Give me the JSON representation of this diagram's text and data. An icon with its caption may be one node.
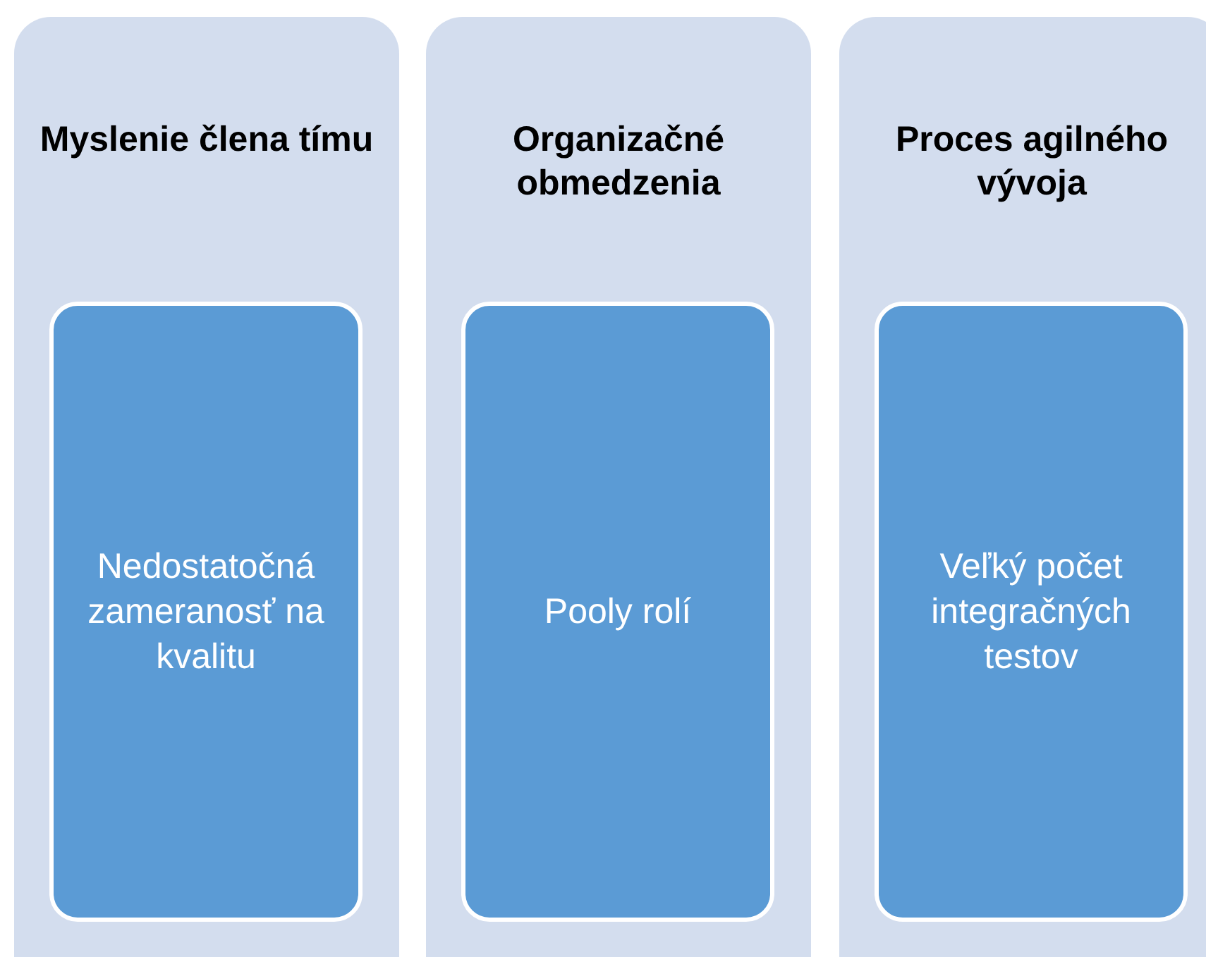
{
  "diagram": {
    "nodes": [
      {
        "text": [
          "Myslenie člena tímu"
        ]
      },
      {
        "text": [
          "Nedostatočná zameranosť na kvalitu"
        ],
        "in": 0
      },
      {
        "text": [
          "Organizačné obmedzenia"
        ]
      },
      {
        "text": [
          "Pooly rolí"
        ],
        "in": 2
      },
      {
        "text": [
          "Proces agilného vývoja"
        ]
      },
      {
        "text": [
          "Veľký počet integračných testov"
        ],
        "in": 4
      }
    ]
  }
}
